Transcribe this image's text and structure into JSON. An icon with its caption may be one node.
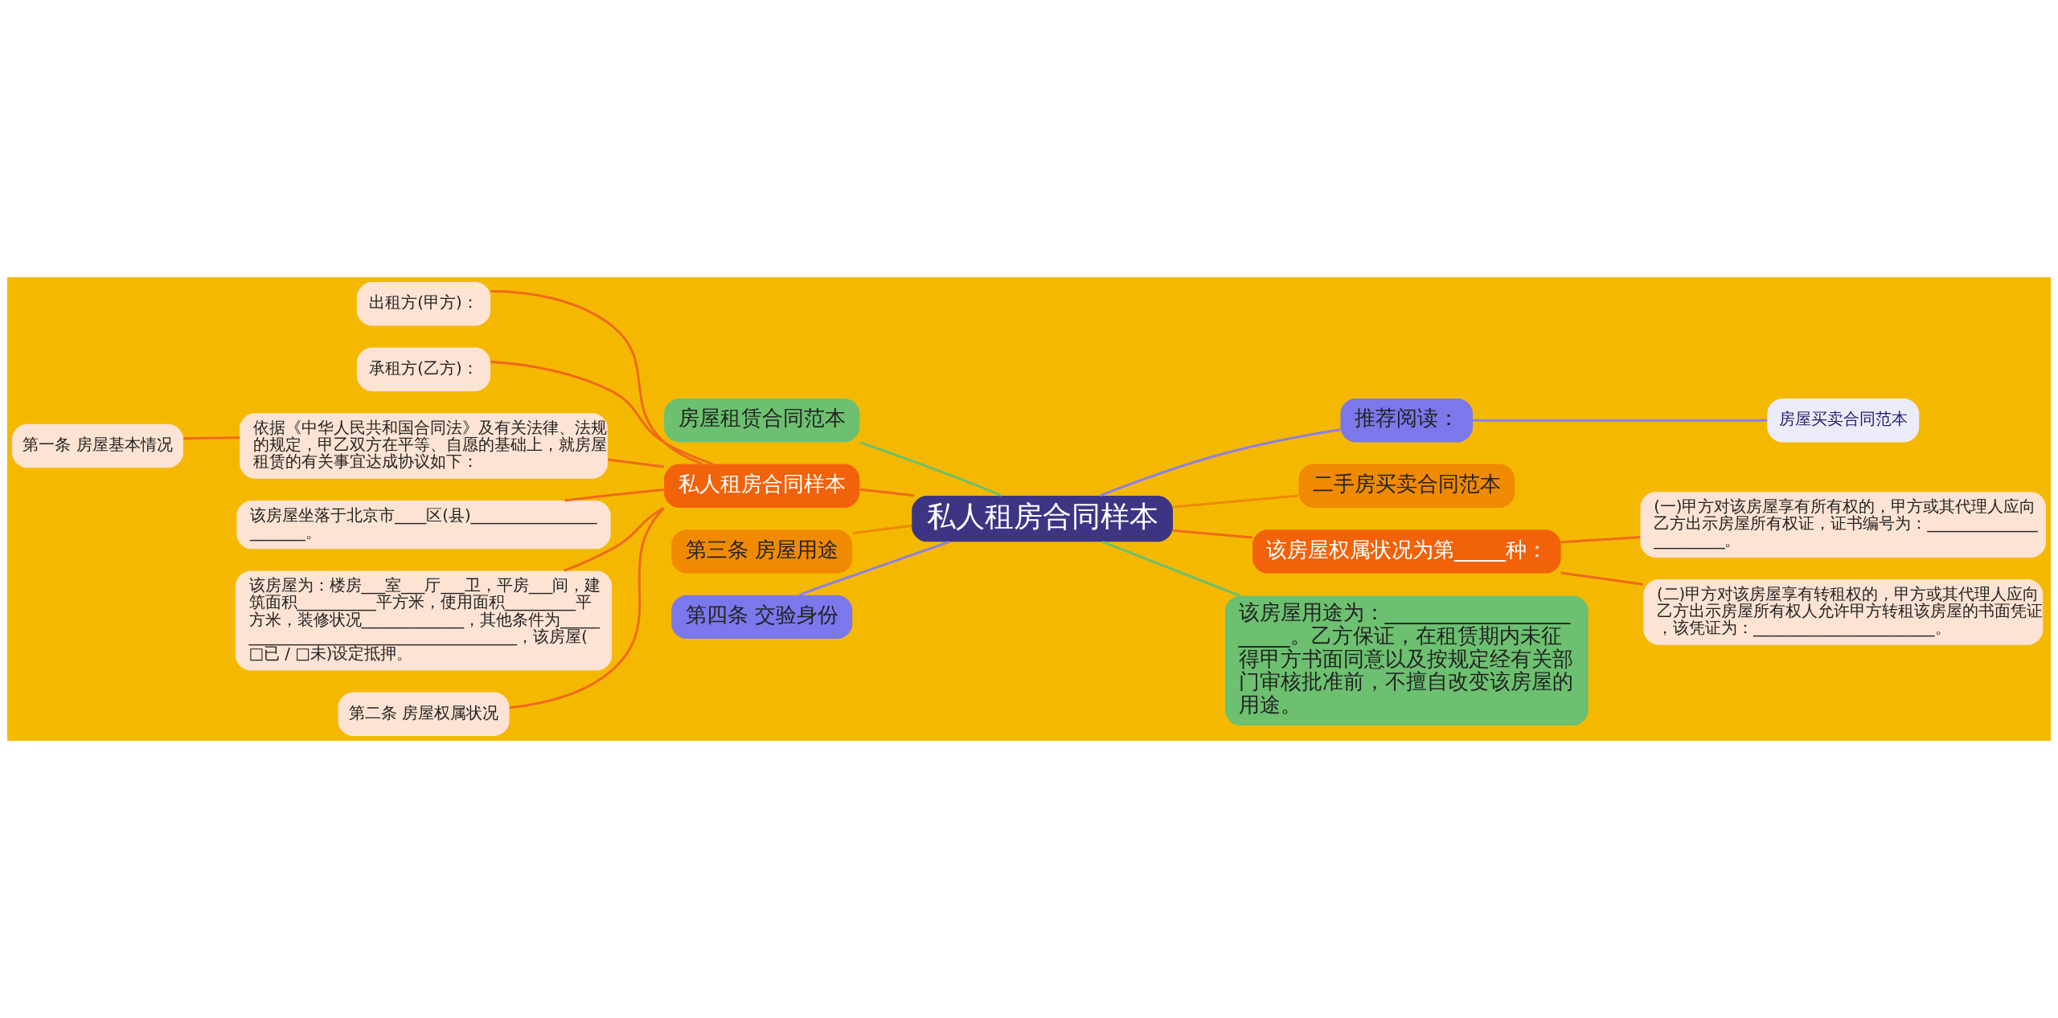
{
  "diagram": {
    "nodes": [
      {
        "text": [
          "私人租房合同样本"
        ]
      },
      {
        "text": [
          "房屋租赁合同范本"
        ]
      },
      {
        "text": [
          "私人租房合同样本"
        ]
      },
      {
        "text": [
          "第三条 房屋用途"
        ]
      },
      {
        "text": [
          "第四条 交验身份"
        ]
      },
      {
        "text": [
          "出租方(甲方)："
        ]
      },
      {
        "text": [
          "承租方(乙方)："
        ]
      },
      {
        "text": [
          "依据《中华人民共和国合同法》及有关法律、法规的规定，甲乙双方在平等、自愿的基础上，就房屋租赁的有关事宜达成协议如下："
        ]
      },
      {
        "text": [
          "该房屋坐落于北京市____区(县)_______________________。"
        ]
      },
      {
        "text": [
          "该房屋为：楼房___室___厅___卫，平房___间，建筑面积__________平方米，使用面积_________平方米，装修状况_____________，其他条件为_______________________________________，该房屋(□已 / □未)设定抵押。"
        ]
      },
      {
        "text": [
          "第二条 房屋权属状况"
        ]
      },
      {
        "text": [
          "第一条 房屋基本情况"
        ]
      },
      {
        "text": [
          "推荐阅读："
        ]
      },
      {
        "text": [
          "房屋买卖合同范本"
        ]
      },
      {
        "text": [
          "二手房买卖合同范本"
        ]
      },
      {
        "text": [
          "该房屋权属状况为第_____种："
        ]
      },
      {
        "text": [
          "(一)甲方对该房屋享有所有权的，甲方或其代理人应向乙方出示房屋所有权证，证书编号为：_______________________。"
        ]
      },
      {
        "text": [
          "(二)甲方对该房屋享有转租权的，甲方或其代理人应向乙方出示房屋所有权人允许甲方转租该房屋的书面凭证，该凭证为：_______________________。"
        ]
      },
      {
        "text": [
          "该房屋用途为：_______________________。乙方保证，在租赁期内未征得甲方书面同意以及按规定经有关部门审核批准前，不擅自改变该房屋的用途。"
        ]
      }
    ],
    "edges": [
      {
        "from": 0,
        "to": 1,
        "arrow": "none",
        "color": "#6cc070"
      },
      {
        "from": 0,
        "to": 2,
        "arrow": "none"
      },
      {
        "from": 0,
        "to": 3,
        "arrow": "none",
        "color": "#f08a00"
      },
      {
        "from": 0,
        "to": 4,
        "arrow": "none",
        "color": "#8a80e8"
      },
      {
        "from": 2,
        "to": 5,
        "arrow": "none"
      },
      {
        "from": 2,
        "to": 6,
        "arrow": "none"
      },
      {
        "from": 2,
        "to": 7,
        "arrow": "none"
      },
      {
        "from": 2,
        "to": 8,
        "arrow": "none"
      },
      {
        "from": 2,
        "to": 9,
        "arrow": "none"
      },
      {
        "from": 2,
        "to": 10,
        "arrow": "none"
      },
      {
        "from": 7,
        "to": 11,
        "arrow": "none"
      },
      {
        "from": 0,
        "to": 12,
        "arrow": "none",
        "color": "#8a80e8"
      },
      {
        "from": 12,
        "to": 13,
        "arrow": "none",
        "color": "#8a80e8"
      },
      {
        "from": 0,
        "to": 14,
        "arrow": "none",
        "color": "#f08a00"
      },
      {
        "from": 0,
        "to": 15,
        "arrow": "none"
      },
      {
        "from": 15,
        "to": 16,
        "arrow": "none"
      },
      {
        "from": 15,
        "to": 17,
        "arrow": "none"
      },
      {
        "from": 0,
        "to": 18,
        "arrow": "none",
        "color": "#6cc070"
      }
    ]
  }
}
